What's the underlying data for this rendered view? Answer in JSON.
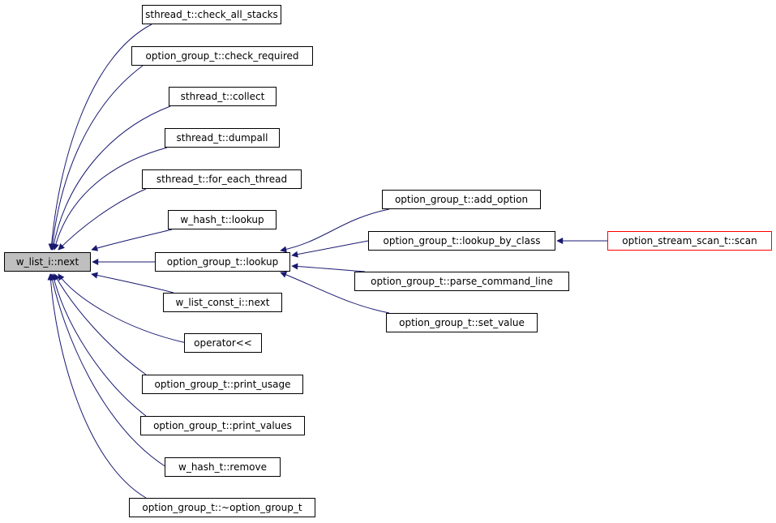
{
  "root": {
    "label": "w_list_i::next"
  },
  "callers": [
    "sthread_t::check_all_stacks",
    "option_group_t::check_required",
    "sthread_t::collect",
    "sthread_t::dumpall",
    "sthread_t::for_each_thread",
    "w_hash_t::lookup",
    "option_group_t::lookup",
    "w_list_const_i::next",
    "operator<<",
    "option_group_t::print_usage",
    "option_group_t::print_values",
    "w_hash_t::remove",
    "option_group_t::~option_group_t"
  ],
  "lookup_callers": [
    "option_group_t::add_option",
    "option_group_t::lookup_by_class",
    "option_group_t::parse_command_line",
    "option_group_t::set_value"
  ],
  "lookup_by_class_callers": [
    "option_stream_scan_t::scan"
  ],
  "colors": {
    "edge": "#191970",
    "root_fill": "#bfbfbf",
    "truncated_border": "#ff0000"
  }
}
